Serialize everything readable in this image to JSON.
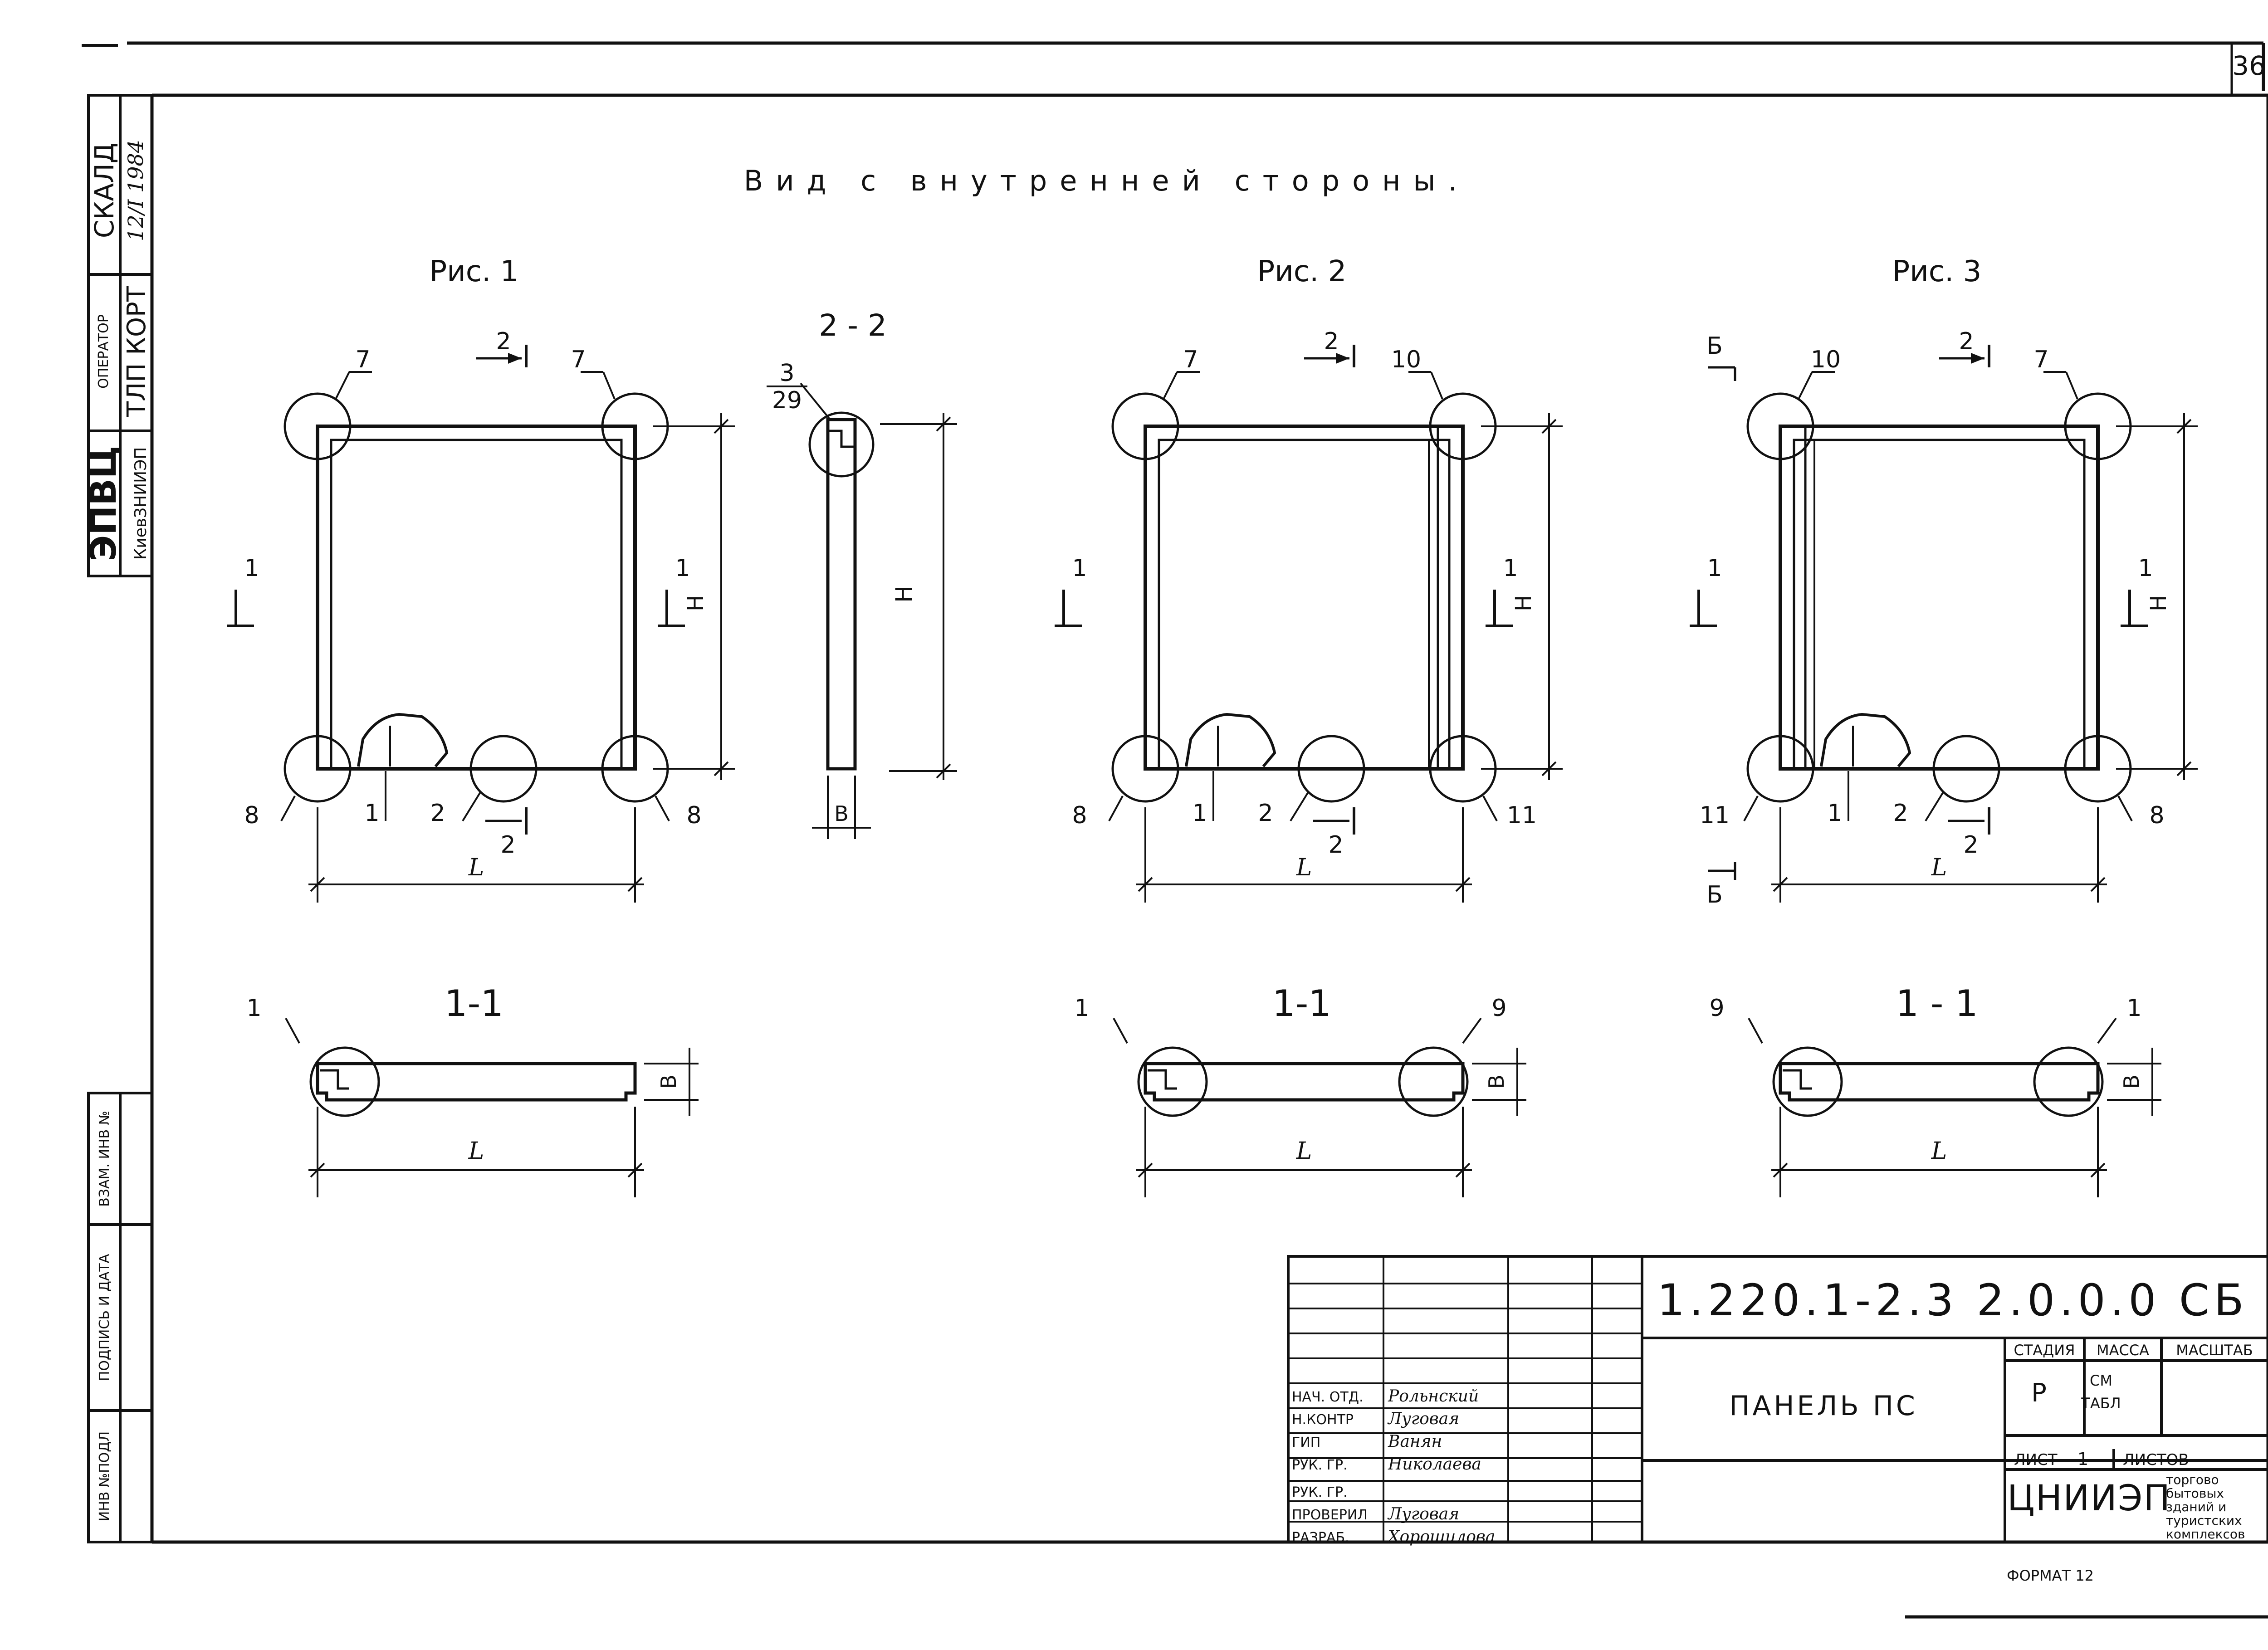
{
  "page_number": "36",
  "heading": "Вид с внутренней стороны.",
  "stamps": {
    "skaly": "СКАЛД",
    "date_handwritten": "12/I 1984",
    "operator_label": "ОПЕРАТОР",
    "operator_value": "ТЛП КОРТ",
    "epvts": "ЭПВЦ",
    "epvts_sub": "КиевЗНИИЭП",
    "side_fields": [
      "ВЗАМ. ИНВ №",
      "ПОДПИСЬ И ДАТА",
      "ИНВ №ПОДЛ"
    ]
  },
  "figures": [
    {
      "title": "Рис. 1",
      "section": "1-1",
      "markers": {
        "top_left": "7",
        "top_right": "7",
        "bottom_left": "8",
        "bottom_right": "8",
        "bottom_a": "1",
        "bottom_b": "2",
        "sec_left": "1",
        "sec_right": ""
      },
      "cut_top": "2",
      "cut_bottom": "2",
      "cut_side": "1",
      "dim_h": "H",
      "dim_l": "L",
      "dim_b": "В",
      "cut_b": ""
    },
    {
      "title": "Рис. 2",
      "section": "1-1",
      "markers": {
        "top_left": "7",
        "top_right": "10",
        "bottom_left": "8",
        "bottom_right": "11",
        "bottom_a": "1",
        "bottom_b": "2",
        "sec_left": "1",
        "sec_right": "9"
      },
      "cut_top": "2",
      "cut_bottom": "2",
      "cut_side": "1",
      "dim_h": "H",
      "dim_l": "L",
      "dim_b": "В",
      "cut_b": ""
    },
    {
      "title": "Рис. 3",
      "section": "1 - 1",
      "markers": {
        "top_left": "10",
        "top_right": "7",
        "bottom_left": "11",
        "bottom_right": "8",
        "bottom_a": "1",
        "bottom_b": "2",
        "sec_left": "9",
        "sec_right": "1"
      },
      "cut_top": "2",
      "cut_bottom": "2",
      "cut_side": "1",
      "dim_h": "H",
      "dim_l": "L",
      "dim_b": "В",
      "cut_b": "Б"
    }
  ],
  "section_22": {
    "title": "2 - 2",
    "ref_top": "3",
    "ref_bottom": "29",
    "dim_h": "H",
    "dim_b": "В"
  },
  "title_block": {
    "code": "1.220.1-2.3 2.0.0.0 СБ",
    "name": "ПАНЕЛЬ ПС",
    "col_stage": "СТАДИЯ",
    "col_mass": "МАССА",
    "col_scale": "МАСШТАБ",
    "stage": "Р",
    "mass_line1": "СМ",
    "mass_line2": "ТАБЛ",
    "sheet_label": "ЛИСТ",
    "sheet_value": "1",
    "sheets_label": "ЛИСТОВ",
    "org": "ЦНИИЭП",
    "org_note": [
      "торгово",
      "бытовых",
      "зданий и",
      "туристских",
      "комплексов"
    ],
    "format": "ФОРМАТ 12",
    "roles": [
      {
        "role": "НАЧ. ОТД.",
        "name": "Рольнский"
      },
      {
        "role": "Н.КОНТР",
        "name": "Луговая"
      },
      {
        "role": "ГИП",
        "name": "Ванян"
      },
      {
        "role": "РУК. ГР.",
        "name": "Николаева"
      },
      {
        "role": "РУК. ГР.",
        "name": ""
      },
      {
        "role": "ПРОВЕРИЛ",
        "name": "Луговая"
      },
      {
        "role": "РАЗРАБ.",
        "name": "Хорошилова"
      }
    ]
  }
}
